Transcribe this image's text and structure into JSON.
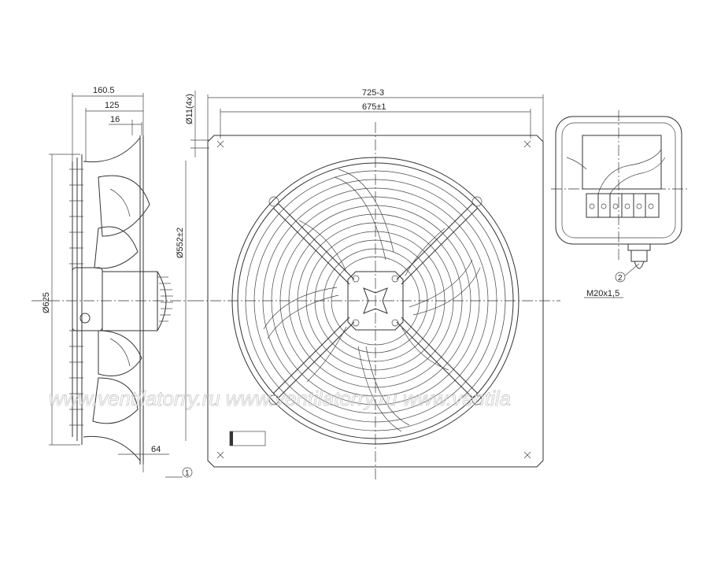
{
  "dimensions": {
    "side_depth": "160.5",
    "side_mount": "125",
    "side_flange": "16",
    "side_height": "Ø625",
    "side_bottom": "64",
    "hole_dia": "Ø11(4x)",
    "plate_outer": "725-3",
    "plate_holes": "675±1",
    "ring_dia": "Ø552±2"
  },
  "callouts": {
    "one": "1",
    "two": "2",
    "gland": "M20x1,5"
  },
  "watermark": "www.ventilatorry.ru   www.ventilatorry.ru   www.ventila"
}
